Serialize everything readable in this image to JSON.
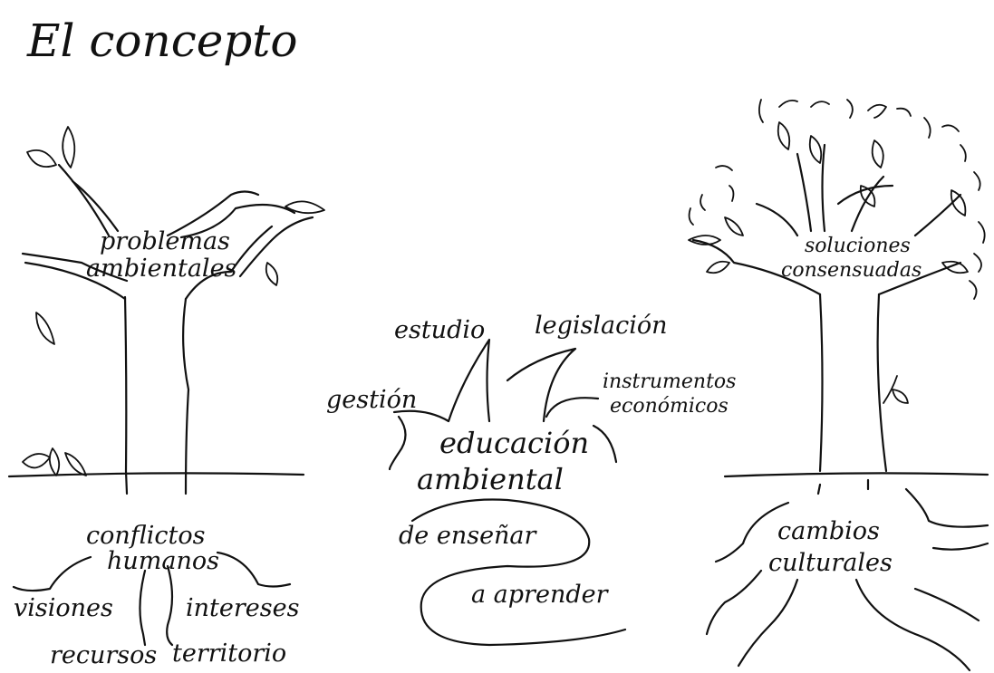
{
  "title": "El concepto",
  "left_tree": {
    "crown_label_line1": "problemas",
    "crown_label_line2": "ambientales",
    "root_label_line1": "conflictos",
    "root_label_line2": "humanos",
    "root_items": [
      "visiones",
      "intereses",
      "recursos",
      "territorio"
    ]
  },
  "center_flame": {
    "sources": [
      "estudio",
      "legislación",
      "gestión",
      "instrumentos",
      "económicos"
    ],
    "core_line1": "educación",
    "core_line2": "ambiental",
    "loop_from": "de enseñar",
    "loop_to": "a aprender"
  },
  "right_tree": {
    "crown_label_line1": "soluciones",
    "crown_label_line2": "consensuadas",
    "root_label_line1": "cambios",
    "root_label_line2": "culturales"
  }
}
